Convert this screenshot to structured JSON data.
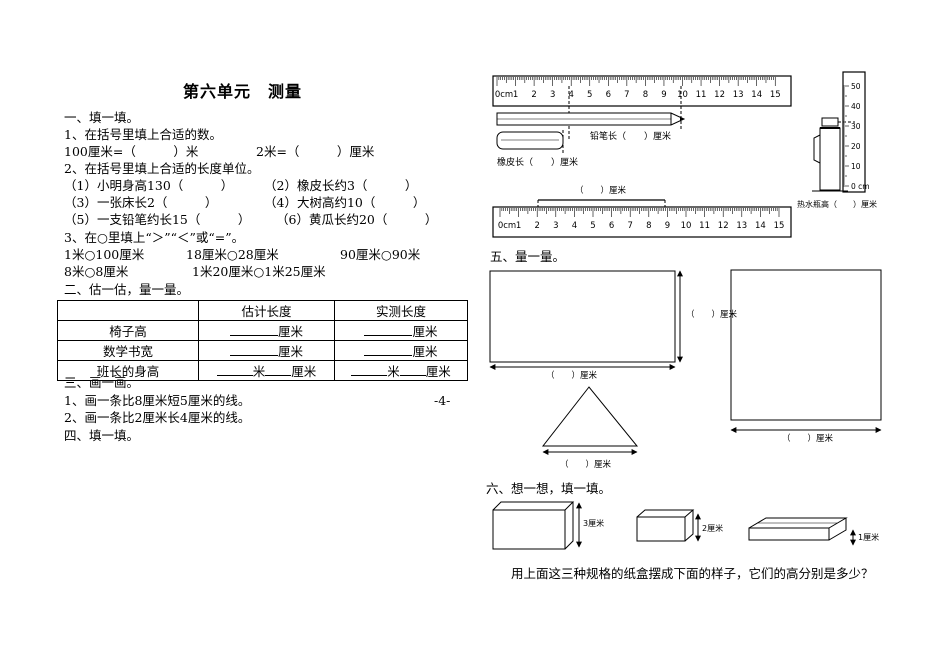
{
  "title": "第六单元　测量",
  "left": {
    "s1_heading": "一、填一填。",
    "q1": "1、在括号里填上合适的数。",
    "q1_line": {
      "a": "100厘米=（　　　）米",
      "b": "2米=（　　　）厘米"
    },
    "q2": "2、在括号里填上合适的长度单位。",
    "q2_rows": [
      [
        "（1）小明身高130（　　　）",
        "（2）橡皮长约3（　　　）"
      ],
      [
        "（3）一张床长2（　　　）",
        "（4）大树高约10（　　　）"
      ],
      [
        "（5）一支铅笔约长15（　　　）",
        "（6）黄瓜长约20（　　　）"
      ]
    ],
    "q3": "3、在○里填上“＞”“＜”或“=”。",
    "q3_row1": [
      "1米○100厘米",
      "18厘米○28厘米",
      "90厘米○90米"
    ],
    "q3_row2": [
      "8米○8厘米",
      "1米20厘米○1米25厘米"
    ],
    "s2_heading": "二、估一估，量一量。",
    "table": {
      "headers": [
        "",
        "估计长度",
        "实测长度"
      ],
      "rows": [
        {
          "item": "椅子高",
          "unit": "厘米"
        },
        {
          "item": "数学书宽",
          "unit": "厘米"
        },
        {
          "item": "班长的身高",
          "unit1": "米",
          "unit2": "厘米"
        }
      ]
    },
    "s3_heading": "三、画一画。",
    "s3_q1": "1、画一条比8厘米短5厘米的线。",
    "page_num": "-4-",
    "s3_q2": "2、画一条比2厘米长4厘米的线。",
    "s4_heading": "四、填一填。"
  },
  "right": {
    "ruler_labels": [
      "0",
      "1",
      "2",
      "3",
      "4",
      "5",
      "6",
      "7",
      "8",
      "9",
      "10",
      "11",
      "12",
      "13",
      "14",
      "15"
    ],
    "ruler_unit": "cm",
    "pencil_label": "铅笔长（　　）厘米",
    "eraser_label": "橡皮长（　　）厘米",
    "line_label": "（　　）厘米",
    "bottle_label": "热水瓶高（　　）厘米",
    "vruler_labels": [
      "0 cm",
      "10",
      "20",
      "30",
      "40",
      "50"
    ],
    "s5_heading": "五、量一量。",
    "rect_height_label": "（　　）厘米",
    "rect_width_label": "（　　）厘米",
    "tri_label": "（　　）厘米",
    "square_label": "（　　）厘米",
    "s6_heading": "六、想一想，填一填。",
    "box_labels": [
      "3厘米",
      "2厘米",
      "1厘米"
    ],
    "final_question": "用上面这三种规格的纸盒摆成下面的样子，它们的高分别是多少？"
  }
}
